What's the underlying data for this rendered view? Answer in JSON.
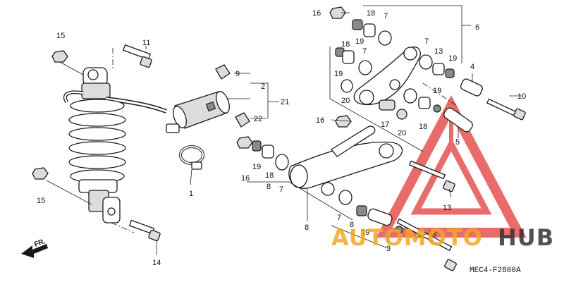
{
  "diagram": {
    "reference_code": "MEC4-F2800A",
    "direction_label": "FR.",
    "callouts": [
      "1",
      "2",
      "3",
      "4",
      "5",
      "6",
      "7",
      "8",
      "9",
      "10",
      "11",
      "12",
      "13",
      "14",
      "15",
      "16",
      "17",
      "18",
      "19",
      "20",
      "21",
      "22"
    ],
    "watermark": {
      "part1": "AUTOMOTO",
      "part2": "HUB",
      "color_primary": "#e23b3b",
      "color_secondary": "#f5a623",
      "color_dark": "#333333"
    }
  }
}
